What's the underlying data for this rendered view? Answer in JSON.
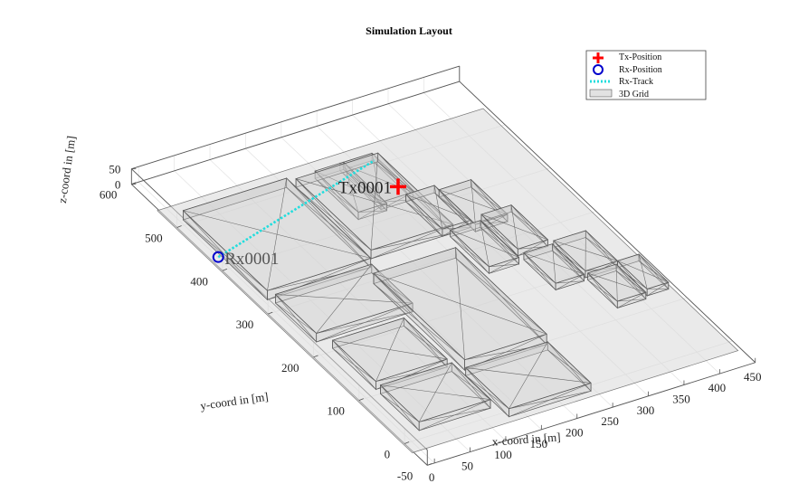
{
  "chart_data": {
    "type": "scatter",
    "title": "Simulation Layout",
    "xlabel": "x-coord in [m]",
    "ylabel": "y-coord in [m]",
    "zlabel": "z-coord in [m]",
    "xticks": [
      "0",
      "50",
      "100",
      "150",
      "200",
      "250",
      "300",
      "350",
      "400",
      "450"
    ],
    "yticks": [
      "-50",
      "0",
      "100",
      "200",
      "300",
      "400",
      "500",
      "600"
    ],
    "zticks": [
      "0",
      "50"
    ],
    "legend": {
      "placement": "top-right",
      "entries": [
        "Tx-Position",
        "Rx-Position",
        "Rx-Track",
        "3D Grid"
      ]
    },
    "series": [
      {
        "name": "Tx-Position",
        "marker": "plus",
        "color": "#ff0000",
        "points": [
          {
            "x": 265,
            "y": 445,
            "z": 10
          }
        ]
      },
      {
        "name": "Rx-Position",
        "marker": "circle",
        "color": "#0000cc",
        "points": [
          {
            "x": 0,
            "y": 425,
            "z": 2
          }
        ]
      },
      {
        "name": "Rx-Track",
        "line": "dotted",
        "color": "#22dddd",
        "points": [
          {
            "x": 0,
            "y": 425,
            "z": 2
          },
          {
            "x": 272,
            "y": 508,
            "z": 2
          }
        ]
      }
    ],
    "annotations": [
      {
        "text": "Tx0001",
        "at": "Tx-Position"
      },
      {
        "text": "Rx0001",
        "at": "Rx-Position"
      }
    ],
    "xlim": [
      -10,
      450
    ],
    "ylim": [
      -50,
      600
    ],
    "zlim": [
      0,
      50
    ],
    "grid": true,
    "colors": {
      "grid_fill": "#d9d9d9",
      "building_fill": "#cccccc",
      "edge": "#555555"
    }
  }
}
